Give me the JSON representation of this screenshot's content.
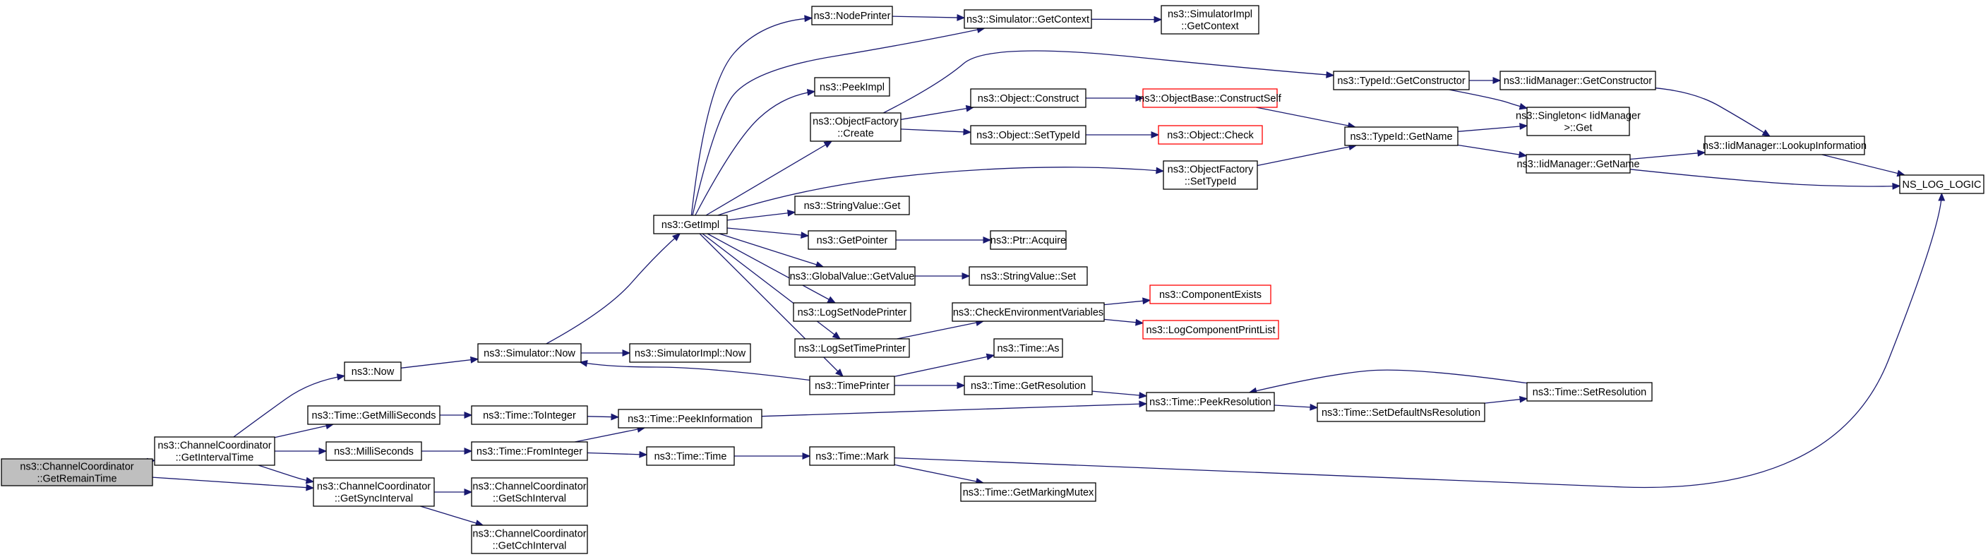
{
  "colors": {
    "edge": "#191970",
    "highlight_border": "#ff0000",
    "root_fill": "#bfbfbf"
  },
  "nodes": [
    {
      "id": "getremaintime",
      "lines": [
        "ns3::ChannelCoordinator",
        "::GetRemainTime"
      ],
      "root": true
    },
    {
      "id": "getintervaltime",
      "lines": [
        "ns3::ChannelCoordinator",
        "::GetIntervalTime"
      ]
    },
    {
      "id": "now",
      "lines": [
        "ns3::Now"
      ]
    },
    {
      "id": "getmilliseconds",
      "lines": [
        "ns3::Time::GetMilliSeconds"
      ]
    },
    {
      "id": "milliseconds",
      "lines": [
        "ns3::MilliSeconds"
      ]
    },
    {
      "id": "getsyncinterval",
      "lines": [
        "ns3::ChannelCoordinator",
        "::GetSyncInterval"
      ]
    },
    {
      "id": "simulator_now",
      "lines": [
        "ns3::Simulator::Now"
      ]
    },
    {
      "id": "toint",
      "lines": [
        "ns3::Time::ToInteger"
      ]
    },
    {
      "id": "fromint",
      "lines": [
        "ns3::Time::FromInteger"
      ]
    },
    {
      "id": "getschinterval",
      "lines": [
        "ns3::ChannelCoordinator",
        "::GetSchInterval"
      ]
    },
    {
      "id": "getcchinterval",
      "lines": [
        "ns3::ChannelCoordinator",
        "::GetCchInterval"
      ]
    },
    {
      "id": "simimpl_now",
      "lines": [
        "ns3::SimulatorImpl::Now"
      ]
    },
    {
      "id": "peekinfo",
      "lines": [
        "ns3::Time::PeekInformation"
      ]
    },
    {
      "id": "time_time",
      "lines": [
        "ns3::Time::Time"
      ]
    },
    {
      "id": "getimpl",
      "lines": [
        "ns3::GetImpl"
      ]
    },
    {
      "id": "nodeprinter",
      "lines": [
        "ns3::NodePrinter"
      ]
    },
    {
      "id": "peekimpl",
      "lines": [
        "ns3::PeekImpl"
      ]
    },
    {
      "id": "objfactory_create",
      "lines": [
        "ns3::ObjectFactory",
        "::Create"
      ]
    },
    {
      "id": "stringvalue_get",
      "lines": [
        "ns3::StringValue::Get"
      ]
    },
    {
      "id": "getpointer",
      "lines": [
        "ns3::GetPointer"
      ]
    },
    {
      "id": "globalvalue_getvalue",
      "lines": [
        "ns3::GlobalValue::GetValue"
      ]
    },
    {
      "id": "logsetnodeprinter",
      "lines": [
        "ns3::LogSetNodePrinter"
      ]
    },
    {
      "id": "logsettimeprinter",
      "lines": [
        "ns3::LogSetTimePrinter"
      ]
    },
    {
      "id": "timeprinter",
      "lines": [
        "ns3::TimePrinter"
      ]
    },
    {
      "id": "time_mark",
      "lines": [
        "ns3::Time::Mark"
      ]
    },
    {
      "id": "sim_getcontext",
      "lines": [
        "ns3::Simulator::GetContext"
      ]
    },
    {
      "id": "obj_construct",
      "lines": [
        "ns3::Object::Construct"
      ]
    },
    {
      "id": "obj_settypeid",
      "lines": [
        "ns3::Object::SetTypeId"
      ]
    },
    {
      "id": "ptr_acquire",
      "lines": [
        "ns3::Ptr::Acquire"
      ]
    },
    {
      "id": "stringvalue_set",
      "lines": [
        "ns3::StringValue::Set"
      ]
    },
    {
      "id": "checkenv",
      "lines": [
        "ns3::CheckEnvironmentVariables"
      ]
    },
    {
      "id": "time_as",
      "lines": [
        "ns3::Time::As"
      ]
    },
    {
      "id": "time_getres",
      "lines": [
        "ns3::Time::GetResolution"
      ]
    },
    {
      "id": "getmarkingmutex",
      "lines": [
        "ns3::Time::GetMarkingMutex"
      ]
    },
    {
      "id": "simimpl_getcontext",
      "lines": [
        "ns3::SimulatorImpl",
        "::GetContext"
      ]
    },
    {
      "id": "objbase_constructself",
      "lines": [
        "ns3::ObjectBase::ConstructSelf"
      ],
      "red": true
    },
    {
      "id": "obj_check",
      "lines": [
        "ns3::Object::Check"
      ],
      "red": true
    },
    {
      "id": "objfactory_settypeid",
      "lines": [
        "ns3::ObjectFactory",
        "::SetTypeId"
      ]
    },
    {
      "id": "componentexists",
      "lines": [
        "ns3::ComponentExists"
      ],
      "red": true
    },
    {
      "id": "logcomponentprintlist",
      "lines": [
        "ns3::LogComponentPrintList"
      ],
      "red": true
    },
    {
      "id": "peekresolution",
      "lines": [
        "ns3::Time::PeekResolution"
      ]
    },
    {
      "id": "typeid_getconstructor",
      "lines": [
        "ns3::TypeId::GetConstructor"
      ]
    },
    {
      "id": "typeid_getname",
      "lines": [
        "ns3::TypeId::GetName"
      ]
    },
    {
      "id": "setdefaultnsres",
      "lines": [
        "ns3::Time::SetDefaultNsResolution"
      ]
    },
    {
      "id": "iidmgr_getconstructor",
      "lines": [
        "ns3::IidManager::GetConstructor"
      ]
    },
    {
      "id": "singleton_get",
      "lines": [
        "ns3::Singleton< IidManager",
        ">::Get"
      ]
    },
    {
      "id": "iidmgr_getname",
      "lines": [
        "ns3::IidManager::GetName"
      ]
    },
    {
      "id": "time_setres",
      "lines": [
        "ns3::Time::SetResolution"
      ]
    },
    {
      "id": "iidmgr_lookupinfo",
      "lines": [
        "ns3::IidManager::LookupInformation"
      ]
    },
    {
      "id": "ns_log_logic",
      "lines": [
        "NS_LOG_LOGIC"
      ]
    }
  ],
  "edges": [
    [
      "getremaintime",
      "getintervaltime"
    ],
    [
      "getremaintime",
      "getsyncinterval"
    ],
    [
      "getintervaltime",
      "now"
    ],
    [
      "getintervaltime",
      "getmilliseconds"
    ],
    [
      "getintervaltime",
      "milliseconds"
    ],
    [
      "getintervaltime",
      "getsyncinterval"
    ],
    [
      "now",
      "simulator_now"
    ],
    [
      "getmilliseconds",
      "toint"
    ],
    [
      "milliseconds",
      "fromint"
    ],
    [
      "getsyncinterval",
      "getschinterval"
    ],
    [
      "getsyncinterval",
      "getcchinterval"
    ],
    [
      "simulator_now",
      "simimpl_now"
    ],
    [
      "simulator_now",
      "getimpl"
    ],
    [
      "toint",
      "peekinfo"
    ],
    [
      "fromint",
      "peekinfo"
    ],
    [
      "fromint",
      "time_time"
    ],
    [
      "getimpl",
      "nodeprinter"
    ],
    [
      "getimpl",
      "peekimpl"
    ],
    [
      "getimpl",
      "objfactory_create"
    ],
    [
      "getimpl",
      "stringvalue_get"
    ],
    [
      "getimpl",
      "getpointer"
    ],
    [
      "getimpl",
      "globalvalue_getvalue"
    ],
    [
      "getimpl",
      "logsetnodeprinter"
    ],
    [
      "getimpl",
      "logsettimeprinter"
    ],
    [
      "getimpl",
      "timeprinter"
    ],
    [
      "getimpl",
      "sim_getcontext"
    ],
    [
      "getimpl",
      "objfactory_settypeid"
    ],
    [
      "nodeprinter",
      "sim_getcontext"
    ],
    [
      "objfactory_create",
      "obj_construct"
    ],
    [
      "objfactory_create",
      "obj_settypeid"
    ],
    [
      "objfactory_create",
      "typeid_getconstructor"
    ],
    [
      "getpointer",
      "ptr_acquire"
    ],
    [
      "globalvalue_getvalue",
      "stringvalue_set"
    ],
    [
      "logsettimeprinter",
      "checkenv"
    ],
    [
      "timeprinter",
      "simulator_now"
    ],
    [
      "timeprinter",
      "time_as"
    ],
    [
      "timeprinter",
      "time_getres"
    ],
    [
      "time_time",
      "time_mark"
    ],
    [
      "time_mark",
      "getmarkingmutex"
    ],
    [
      "time_mark",
      "ns_log_logic"
    ],
    [
      "sim_getcontext",
      "simimpl_getcontext"
    ],
    [
      "obj_construct",
      "objbase_constructself"
    ],
    [
      "obj_settypeid",
      "obj_check"
    ],
    [
      "objbase_constructself",
      "typeid_getname"
    ],
    [
      "objfactory_settypeid",
      "typeid_getname"
    ],
    [
      "checkenv",
      "componentexists"
    ],
    [
      "checkenv",
      "logcomponentprintlist"
    ],
    [
      "time_getres",
      "peekresolution"
    ],
    [
      "peekinfo",
      "peekresolution"
    ],
    [
      "peekresolution",
      "setdefaultnsres"
    ],
    [
      "setdefaultnsres",
      "time_setres"
    ],
    [
      "time_setres",
      "peekresolution"
    ],
    [
      "typeid_getconstructor",
      "iidmgr_getconstructor"
    ],
    [
      "typeid_getconstructor",
      "singleton_get"
    ],
    [
      "typeid_getname",
      "singleton_get"
    ],
    [
      "typeid_getname",
      "iidmgr_getname"
    ],
    [
      "iidmgr_getconstructor",
      "iidmgr_lookupinfo"
    ],
    [
      "iidmgr_getname",
      "iidmgr_lookupinfo"
    ],
    [
      "iidmgr_getname",
      "ns_log_logic"
    ],
    [
      "iidmgr_lookupinfo",
      "ns_log_logic"
    ]
  ]
}
